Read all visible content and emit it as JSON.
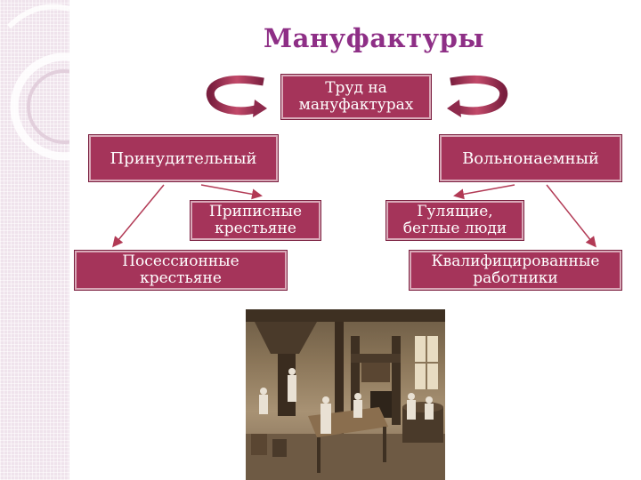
{
  "title": "Мануфактуры",
  "diagram": {
    "root": "Труд на мануфактурах",
    "forced": {
      "label": "Принудительный",
      "children": [
        "Приписные крестьяне",
        "Посессионные крестьяне"
      ]
    },
    "hired": {
      "label": "Вольнонаемный",
      "children": [
        "Гулящие, беглые люди",
        "Квалифицированные работники"
      ]
    }
  },
  "colors": {
    "title": "#8e2f86",
    "box_fill": "#a5345a",
    "box_text": "#ffffff",
    "arrow": "#b23a55"
  },
  "image": {
    "description_icon": "manufactory-painting"
  }
}
